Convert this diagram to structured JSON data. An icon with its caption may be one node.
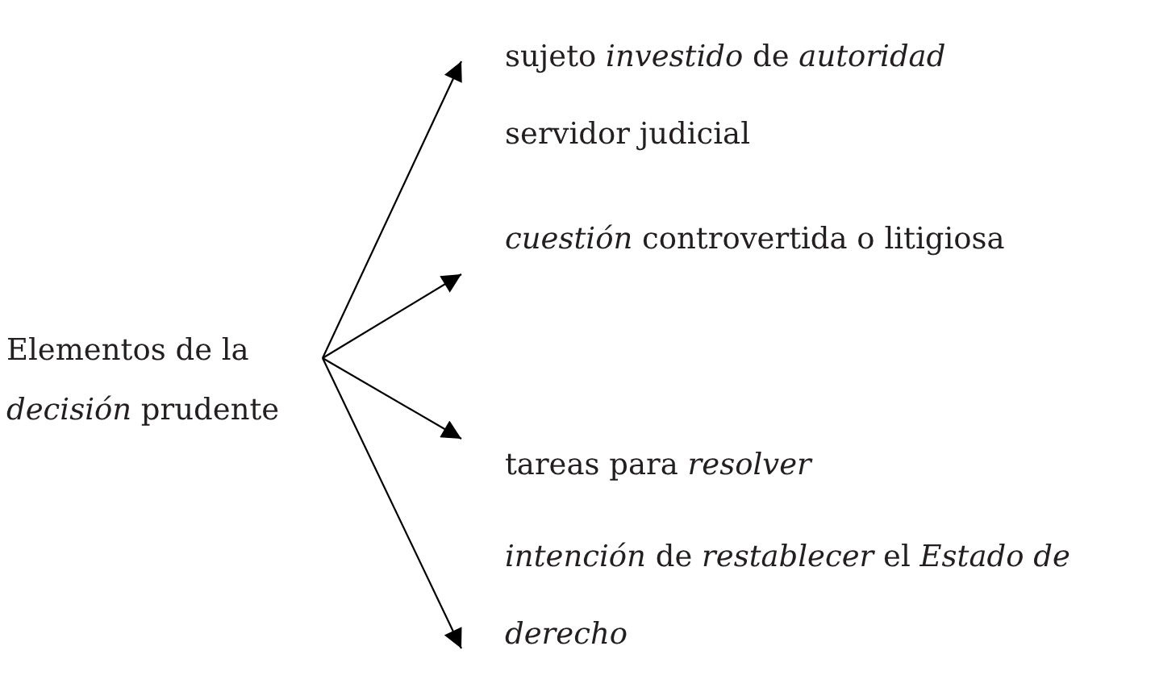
{
  "diagram": {
    "nodes": [
      {
        "text": [
          "Elementos de la *decisión* prudente"
        ]
      },
      {
        "text": [
          "sujeto *investido* de *autoridad*",
          "servidor judicial"
        ]
      },
      {
        "text": [
          "*cuestión* controvertida o litigiosa"
        ]
      },
      {
        "text": [
          "tareas para *resolver*"
        ]
      },
      {
        "text": [
          "*intención* de *restablecer* el *Estado de derecho*"
        ]
      }
    ],
    "edges": [
      {
        "from": 0,
        "to": 1,
        "arrow": "to"
      },
      {
        "from": 0,
        "to": 2,
        "arrow": "to"
      },
      {
        "from": 0,
        "to": 3,
        "arrow": "to"
      },
      {
        "from": 0,
        "to": 4,
        "arrow": "to"
      }
    ]
  }
}
